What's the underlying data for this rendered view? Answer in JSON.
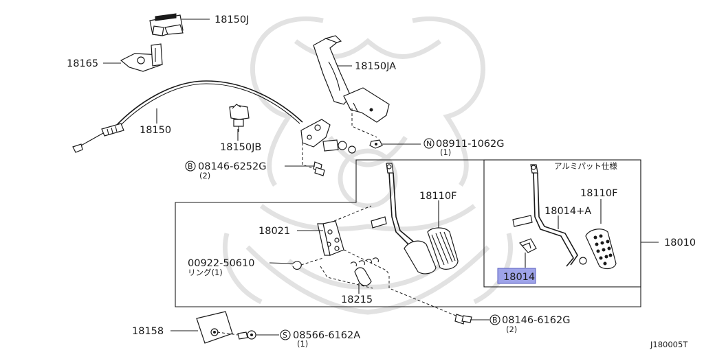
{
  "diagram_id": "J180005T",
  "subframe_note": "アルミパット仕様",
  "labels": {
    "p18150J": "18150J",
    "p18165": "18165",
    "p18150JA": "18150JA",
    "p18150": "18150",
    "p18150JB": "18150JB",
    "n08911": "08911-1062G",
    "n08911_qty": "(1)",
    "n08911_prefix": "N",
    "b08146_6252": "08146-6252G",
    "b08146_6252_qty": "(2)",
    "b08146_6252_prefix": "B",
    "p18110F_main": "18110F",
    "p18021": "18021",
    "p00922": "00922-50610",
    "p00922_note": "リング(1)",
    "p18215": "18215",
    "b08146_6162": "08146-6162G",
    "b08146_6162_qty": "(2)",
    "b08146_6162_prefix": "B",
    "p18158": "18158",
    "s08566": "08566-6162A",
    "s08566_qty": "(1)",
    "s08566_prefix": "S",
    "p18010": "18010",
    "p18110F_sub": "18110F",
    "p18014A": "18014+A",
    "p18014": "18014"
  },
  "highlight_color": "#9ea3e8"
}
